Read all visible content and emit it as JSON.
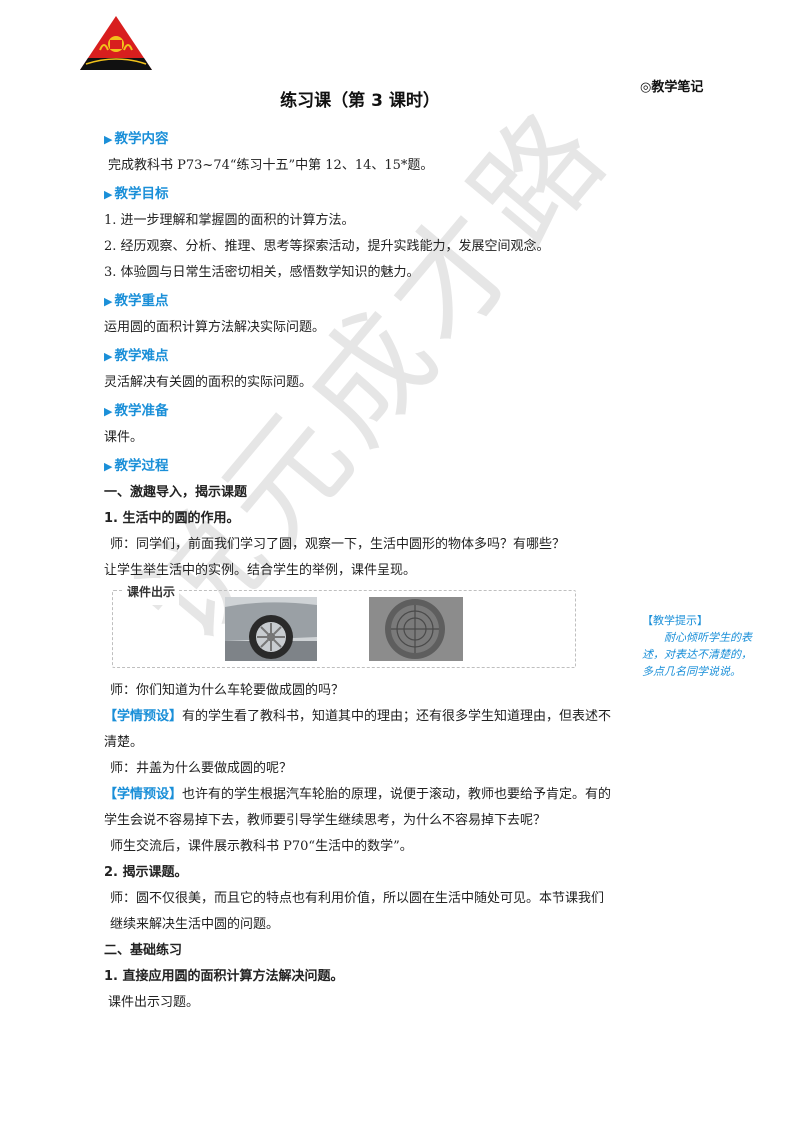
{
  "header": {
    "notes_label": "◎教学笔记",
    "title": "练习课（第 3 课时）"
  },
  "watermark": "说元成才路",
  "sections": {
    "content": "教学内容",
    "goals": "教学目标",
    "key": "教学重点",
    "difficult": "教学难点",
    "prep": "教学准备",
    "process": "教学过程"
  },
  "text": {
    "content_body": "完成教科书 P73~74“练习十五”中第 12、14、15*题。",
    "goal1": "1. 进一步理解和掌握圆的面积的计算方法。",
    "goal2": "2. 经历观察、分析、推理、思考等探索活动，提升实践能力，发展空间观念。",
    "goal3": "3. 体验圆与日常生活密切相关，感悟数学知识的魅力。",
    "key_body": "运用圆的面积计算方法解决实际问题。",
    "difficult_body": "灵活解决有关圆的面积的实际问题。",
    "prep_body": "课件。",
    "part1": "一、激趣导入，揭示课题",
    "part1_1": "1. 生活中的圆的作用。",
    "p1": "师：同学们，前面我们学习了圆，观察一下，生活中圆形的物体多吗？有哪些？",
    "p2": "让学生举生活中的实例。结合学生的举例，课件呈现。",
    "box_label": "课件出示",
    "p3": "师：你们知道为什么车轮要做成圆的吗？",
    "tag1": "【学情预设】",
    "p4": "有的学生看了教科书，知道其中的理由；还有很多学生知道理由，但表述不清楚。",
    "p5": "师：井盖为什么要做成圆的呢？",
    "tag2": "【学情预设】",
    "p6": "也许有的学生根据汽车轮胎的原理，说便于滚动，教师也要给予肯定。有的学生会说不容易掉下去，教师要引导学生继续思考，为什么不容易掉下去呢？",
    "p7": "师生交流后，课件展示教科书 P70“生活中的数学”。",
    "part1_2": "2. 揭示课题。",
    "p8": "师：圆不仅很美，而且它的特点也有利用价值，所以圆在生活中随处可见。本节课我们继续来解决生活中圆的问题。",
    "part2": "二、基础练习",
    "part2_1": "1. 直接应用圆的面积计算方法解决问题。",
    "p9": "课件出示习题。"
  },
  "tip": {
    "title": "【教学提示】",
    "body": "耐心倾听学生的表述，对表达不清楚的，多点几名同学说说。"
  },
  "colors": {
    "accent": "#1a8fd8",
    "logo_red": "#d81e1e",
    "logo_black": "#111111",
    "logo_gold": "#f2c21b"
  }
}
